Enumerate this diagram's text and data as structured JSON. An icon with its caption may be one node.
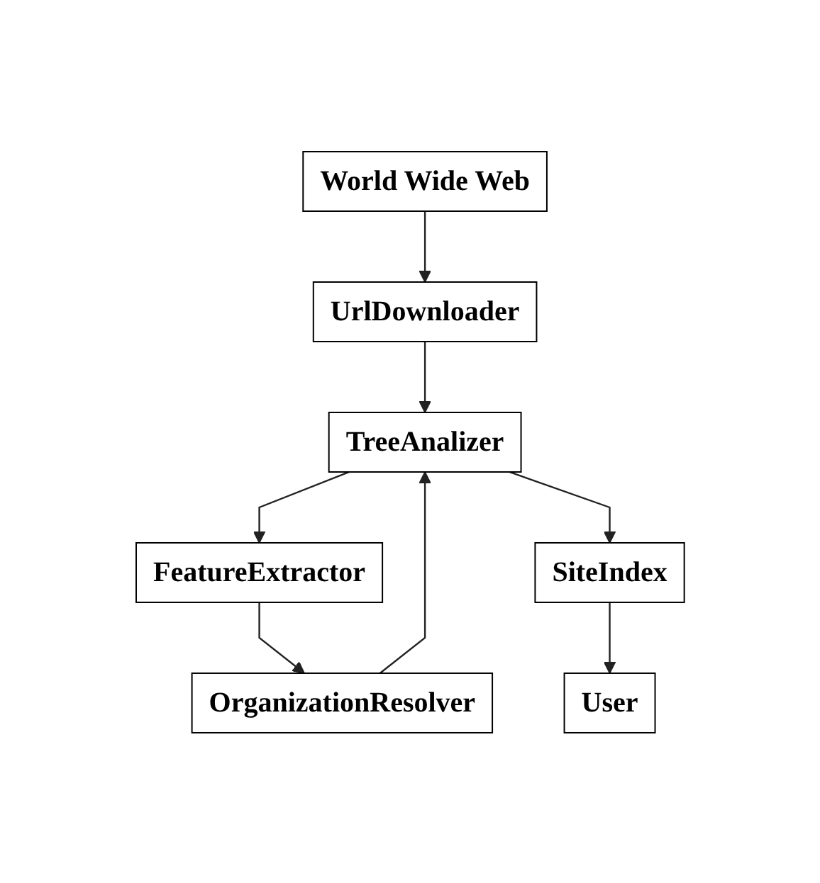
{
  "diagram": {
    "nodes": [
      {
        "text": [
          "World Wide Web"
        ]
      },
      {
        "text": [
          "UrlDownloader"
        ]
      },
      {
        "text": [
          "FeatureExtractor"
        ]
      },
      {
        "text": [
          "TreeAnalizer"
        ]
      },
      {
        "text": [
          "OrganizationResolver"
        ]
      },
      {
        "text": [
          "SiteIndex"
        ]
      },
      {
        "text": [
          "User"
        ]
      }
    ],
    "edges": [
      {
        "from": 0,
        "to": 1,
        "arrow": "to"
      },
      {
        "from": 1,
        "to": 3,
        "arrow": "to"
      },
      {
        "from": 3,
        "to": 2,
        "arrow": "to"
      },
      {
        "from": 2,
        "to": 4,
        "arrow": "to"
      },
      {
        "from": 4,
        "to": 3,
        "arrow": "to"
      },
      {
        "from": 3,
        "to": 5,
        "arrow": "to"
      },
      {
        "from": 5,
        "to": 6,
        "arrow": "to"
      }
    ]
  }
}
